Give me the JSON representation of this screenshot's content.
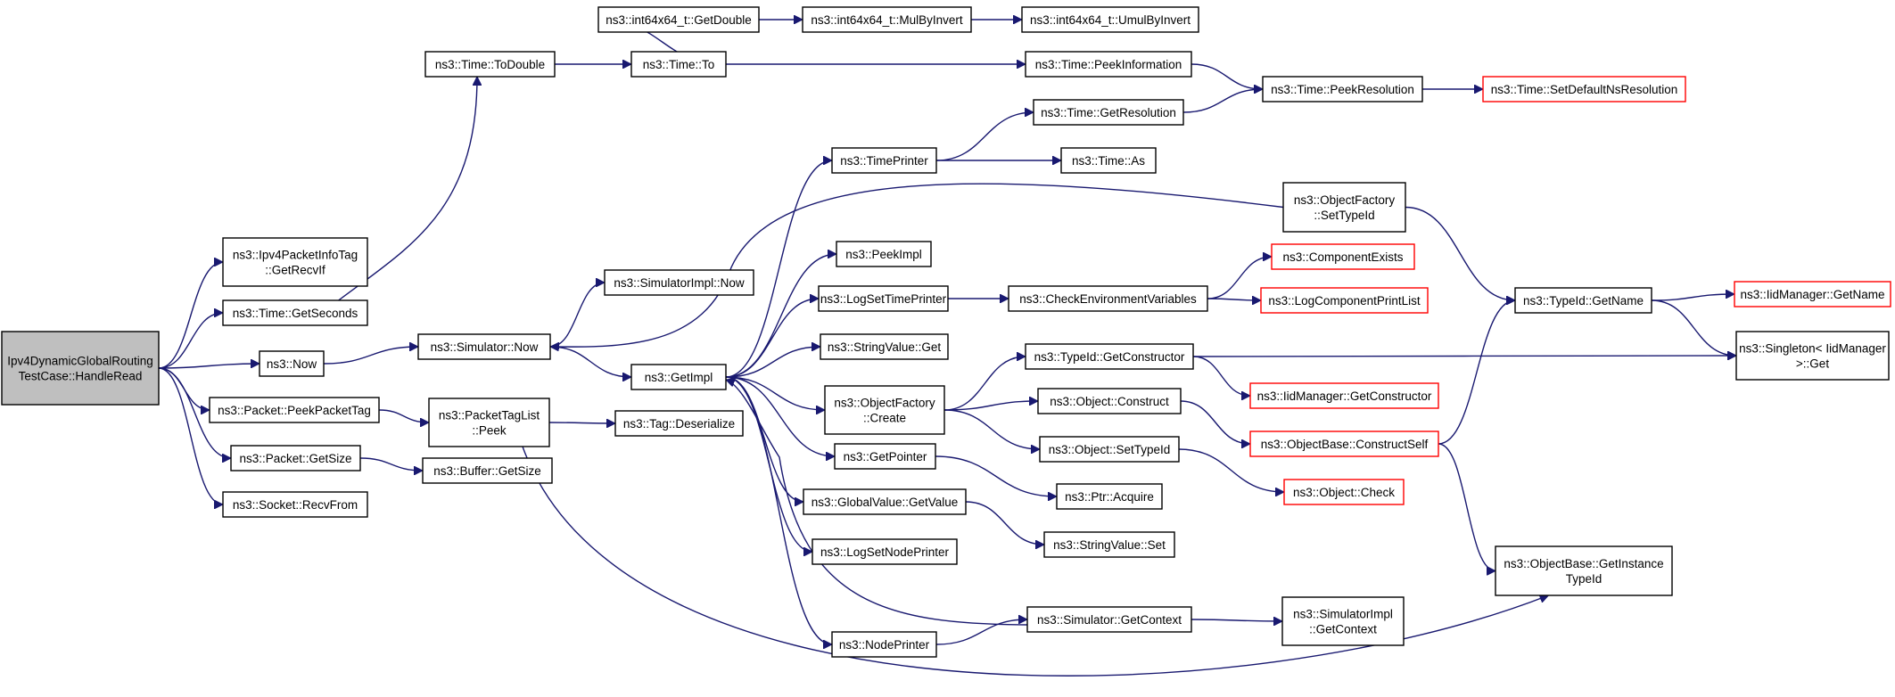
{
  "colors": {
    "edge": "#191970",
    "root_fill": "#bfbfbf",
    "truncated_border": "#ff0000",
    "node_border": "#000000"
  },
  "nodes": {
    "root": [
      "Ipv4DynamicGlobalRouting",
      "TestCase::HandleRead"
    ],
    "ipv4_getrecvif": [
      "ns3::Ipv4PacketInfoTag",
      "::GetRecvIf"
    ],
    "time_getseconds": [
      "ns3::Time::GetSeconds"
    ],
    "now": [
      "ns3::Now"
    ],
    "packet_peekpackettag": [
      "ns3::Packet::PeekPacketTag"
    ],
    "packet_getsize": [
      "ns3::Packet::GetSize"
    ],
    "socket_recvfrom": [
      "ns3::Socket::RecvFrom"
    ],
    "time_todouble": [
      "ns3::Time::ToDouble"
    ],
    "simulatorimpl_now": [
      "ns3::SimulatorImpl::Now"
    ],
    "simulator_now": [
      "ns3::Simulator::Now"
    ],
    "packettaglist_peek": [
      "ns3::PacketTagList",
      "::Peek"
    ],
    "buffer_getsize": [
      "ns3::Buffer::GetSize"
    ],
    "int64_getdouble": [
      "ns3::int64x64_t::GetDouble"
    ],
    "time_to": [
      "ns3::Time::To"
    ],
    "getimpl": [
      "ns3::GetImpl"
    ],
    "tag_deserialize": [
      "ns3::Tag::Deserialize"
    ],
    "int64_mulbyinvert": [
      "ns3::int64x64_t::MulByInvert"
    ],
    "timeprinter": [
      "ns3::TimePrinter"
    ],
    "peekimpl": [
      "ns3::PeekImpl"
    ],
    "logsettimeprinter": [
      "ns3::LogSetTimePrinter"
    ],
    "stringvalue_get": [
      "ns3::StringValue::Get"
    ],
    "objectfactory_create": [
      "ns3::ObjectFactory",
      "::Create"
    ],
    "getpointer": [
      "ns3::GetPointer"
    ],
    "globalvalue_getvalue": [
      "ns3::GlobalValue::GetValue"
    ],
    "logsetnodeprinter": [
      "ns3::LogSetNodePrinter"
    ],
    "nodeprinter": [
      "ns3::NodePrinter"
    ],
    "int64_umulbyinvert": [
      "ns3::int64x64_t::UmulByInvert"
    ],
    "time_peekinformation": [
      "ns3::Time::PeekInformation"
    ],
    "time_getresolution": [
      "ns3::Time::GetResolution"
    ],
    "time_as": [
      "ns3::Time::As"
    ],
    "objectfactory_settypeid": [
      "ns3::ObjectFactory",
      "::SetTypeId"
    ],
    "checkenvvars": [
      "ns3::CheckEnvironmentVariables"
    ],
    "typeid_getconstructor": [
      "ns3::TypeId::GetConstructor"
    ],
    "object_construct": [
      "ns3::Object::Construct"
    ],
    "object_settypeid": [
      "ns3::Object::SetTypeId"
    ],
    "ptr_acquire": [
      "ns3::Ptr::Acquire"
    ],
    "stringvalue_set": [
      "ns3::StringValue::Set"
    ],
    "simulator_getcontext": [
      "ns3::Simulator::GetContext"
    ],
    "time_peekresolution": [
      "ns3::Time::PeekResolution"
    ],
    "componentexists": [
      "ns3::ComponentExists"
    ],
    "logcomponentprintlist": [
      "ns3::LogComponentPrintList"
    ],
    "iidmanager_getconstructor": [
      "ns3::IidManager::GetConstructor"
    ],
    "objectbase_constructself": [
      "ns3::ObjectBase::ConstructSelf"
    ],
    "object_check": [
      "ns3::Object::Check"
    ],
    "simulatorimpl_getcontext": [
      "ns3::SimulatorImpl",
      "::GetContext"
    ],
    "typeid_getname": [
      "ns3::TypeId::GetName"
    ],
    "objectbase_getinstancetypeid": [
      "ns3::ObjectBase::GetInstance",
      "TypeId"
    ],
    "time_setdefaultnsresolution": [
      "ns3::Time::SetDefaultNsResolution"
    ],
    "iidmanager_getname": [
      "ns3::IidManager::GetName"
    ],
    "singleton_get": [
      "ns3::Singleton< IidManager",
      ">::Get"
    ]
  }
}
